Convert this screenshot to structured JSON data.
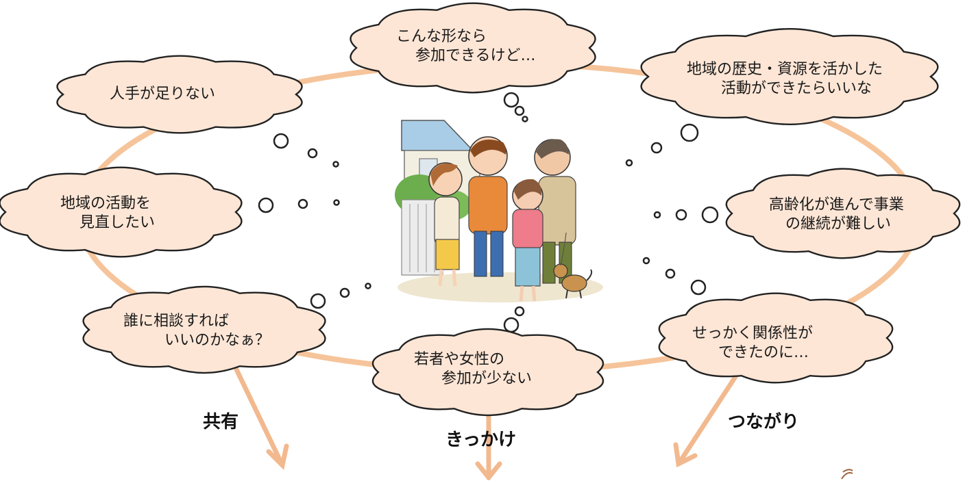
{
  "colors": {
    "loop": "#f6c49a",
    "bubble_fill": "#fde6d6",
    "bubble_stroke": "#222222",
    "arrow": "#f2b98f"
  },
  "bubbles": [
    {
      "lines": [
        "こんな形なら",
        "参加できるけど…"
      ]
    },
    {
      "lines": [
        "人手が足りない"
      ]
    },
    {
      "lines": [
        "地域の歴史・資源を活かした",
        "活動ができたらいいな"
      ]
    },
    {
      "lines": [
        "地域の活動を",
        "見直したい"
      ]
    },
    {
      "lines": [
        "高齢化が進んで事業",
        "の継続が難しい"
      ]
    },
    {
      "lines": [
        "誰に相談すれば",
        "いいのかなぁ？"
      ]
    },
    {
      "lines": [
        "若者や女性の",
        "参加が少ない"
      ]
    },
    {
      "lines": [
        "せっかく関係性が",
        "できたのに…"
      ]
    }
  ],
  "arrow_labels": {
    "left": "共有",
    "center": "きっかけ",
    "right": "つながり"
  },
  "illustration": {
    "icon": "neighbors-chatting-illustration"
  }
}
